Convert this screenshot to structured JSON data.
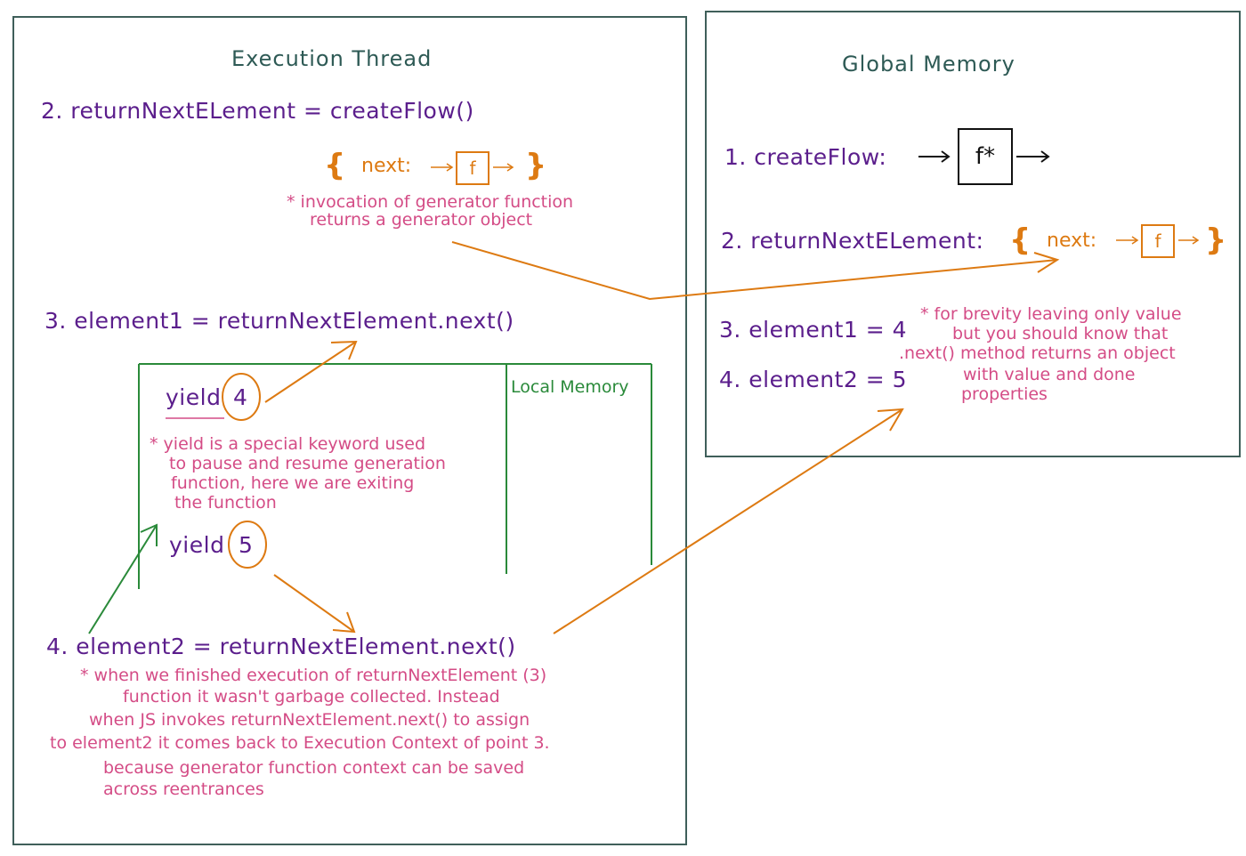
{
  "colors": {
    "frame": "#3f5f5a",
    "code": "#5b1e8c",
    "note": "#d44c86",
    "accent": "#dd7a12",
    "local": "#2a8a3a"
  },
  "execution": {
    "title": "Execution Thread",
    "step2": "2. returnNextELement = createFlow()",
    "gen_open": "{",
    "gen_next": "next:",
    "gen_f": "f",
    "gen_close": "}",
    "note_invocation": [
      "* invocation of generator function",
      "returns a generator object"
    ],
    "step3": "3. element1 = returnNextElement.next()",
    "local_title": "Local Memory",
    "yield1_kw": "yield",
    "yield1_val": "4",
    "note_yield": [
      "* yield is a special keyword used",
      "to pause and resume generation",
      "function, here we are exiting",
      "the function"
    ],
    "yield2_kw": "yield",
    "yield2_val": "5",
    "step4": "4. element2 = returnNextElement.next()",
    "note_step4": [
      "* when we finished execution of returnNextElement (3)",
      "function it wasn't garbage collected. Instead",
      "when JS invokes returnNextElement.next() to assign",
      "to element2 it comes back to Execution Context of point 3.",
      "because generator function context can be saved",
      "across reentrances"
    ]
  },
  "global": {
    "title": "Global Memory",
    "item1": "1. createFlow:",
    "fstar": "f*",
    "item2": "2. returnNextELement:",
    "gen_open": "{",
    "gen_next": "next:",
    "gen_f": "f",
    "gen_close": "}",
    "item3": "3. element1 = 4",
    "item4": "4. element2 = 5",
    "note_brevity": [
      "* for brevity leaving only value",
      "but you should know that",
      ".next() method returns an object",
      "with value and done",
      "properties"
    ]
  }
}
